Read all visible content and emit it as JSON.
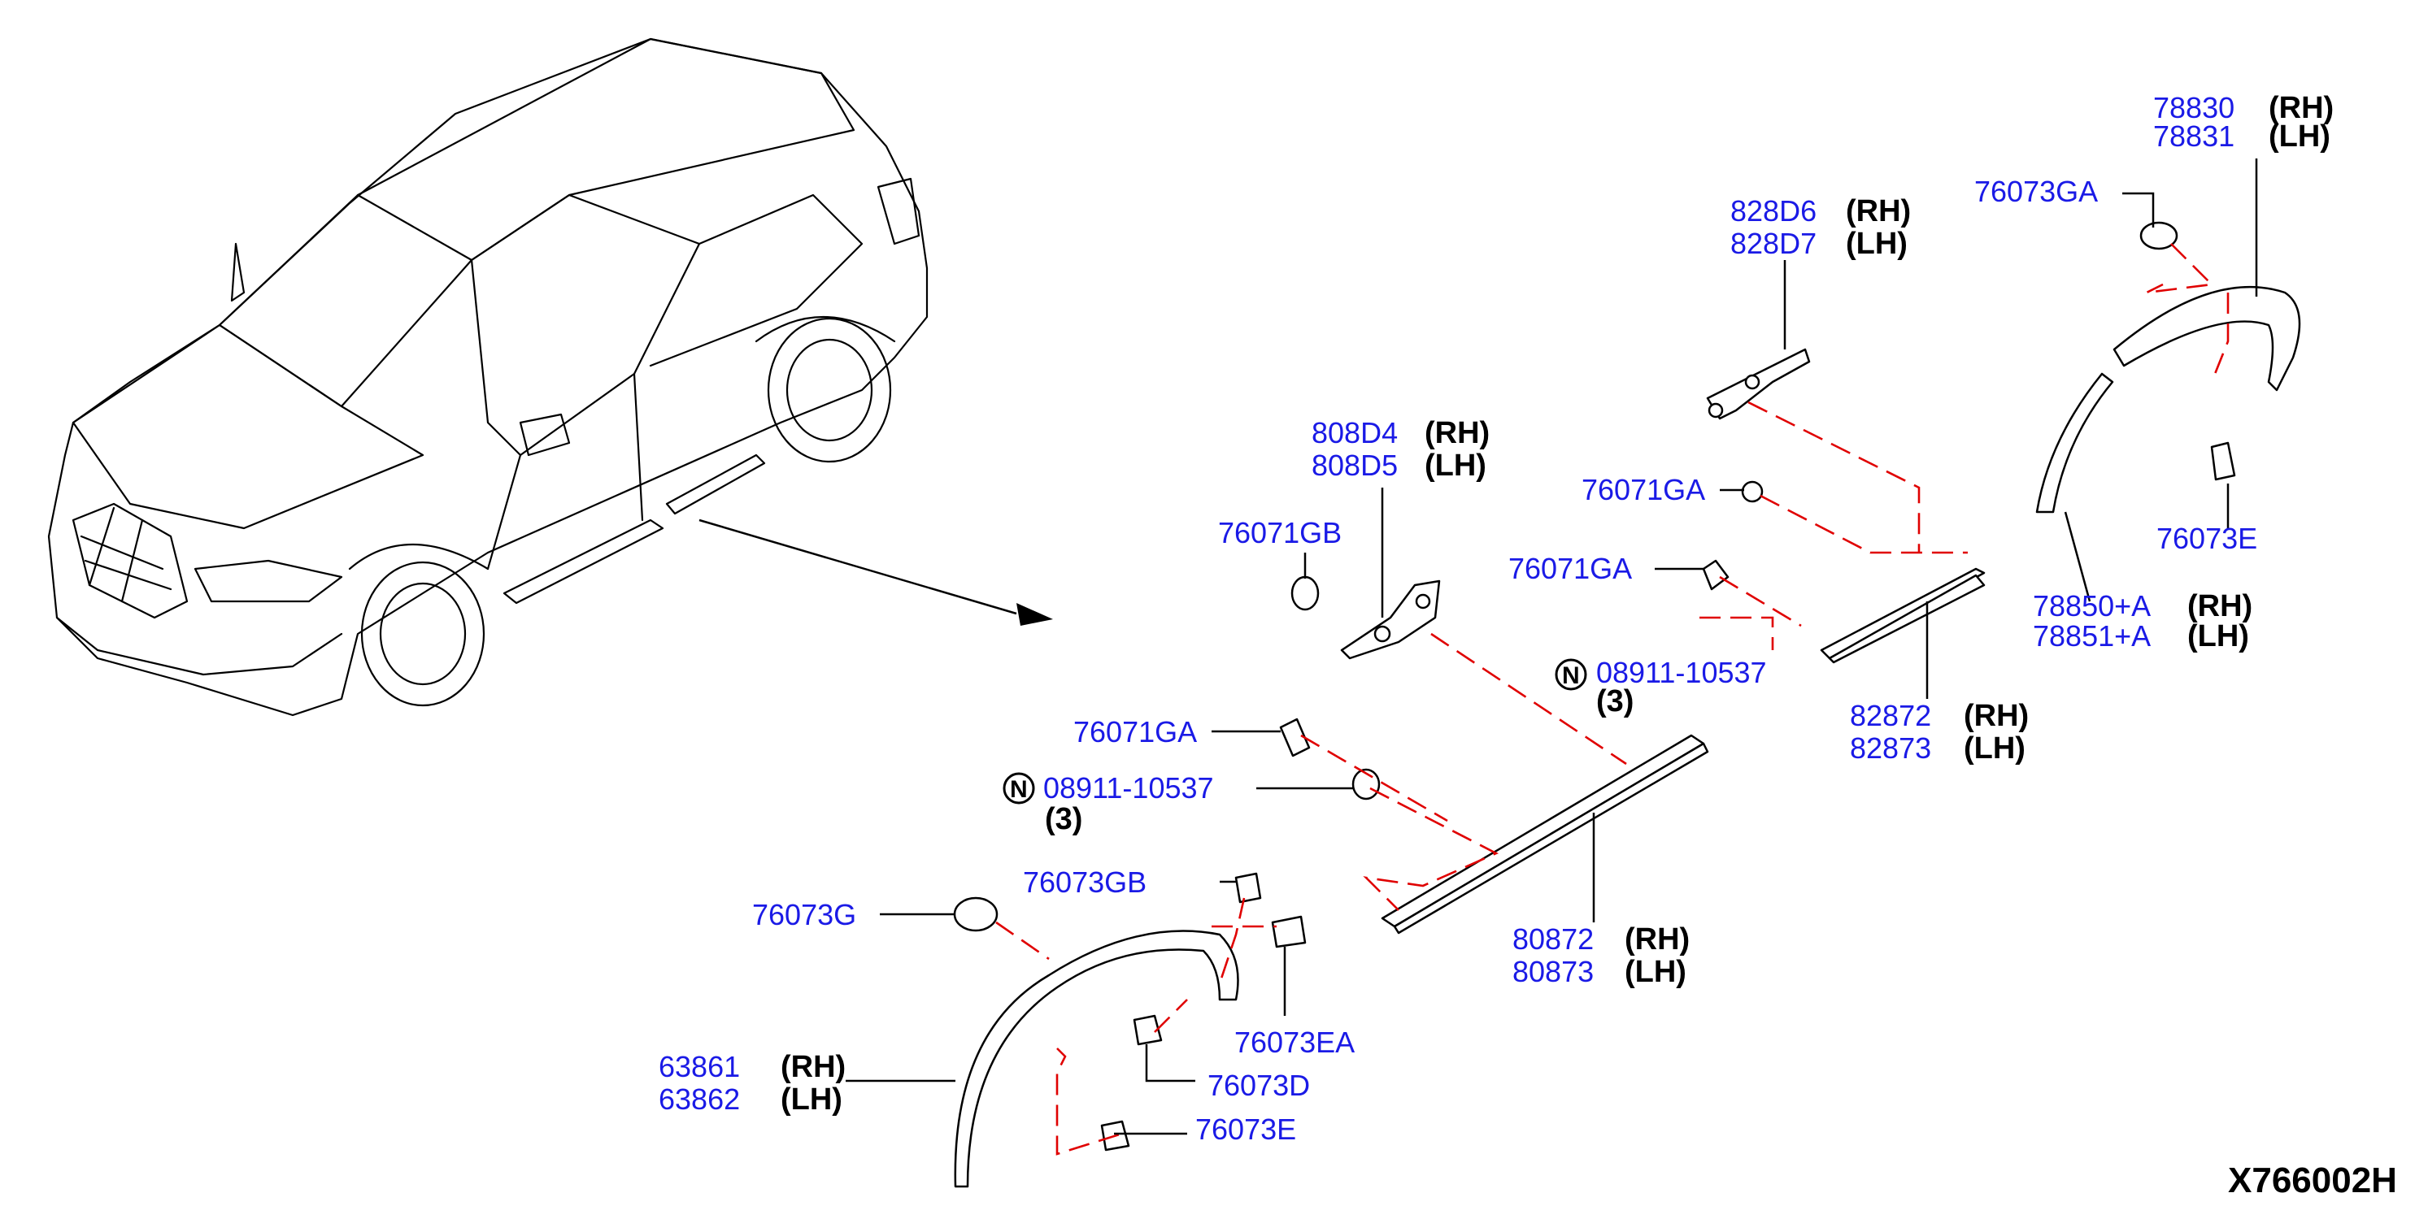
{
  "diagram_ref": "X766002H",
  "parts": {
    "p78830": "78830",
    "p78830_side": "(RH)",
    "p78831": "78831",
    "p78831_side": "(LH)",
    "p76073GA": "76073GA",
    "p828D6": "828D6",
    "p828D6_side": "(RH)",
    "p828D7": "828D7",
    "p828D7_side": "(LH)",
    "p808D4": "808D4",
    "p808D4_side": "(RH)",
    "p808D5": "808D5",
    "p808D5_side": "(LH)",
    "p76071GB": "76071GB",
    "p76071GA_a": "76071GA",
    "p76071GA_b": "76071GA",
    "p76073E_a": "76073E",
    "p08911_a": "08911-10537",
    "p08911_a_qty": "(3)",
    "p82872": "82872",
    "p82872_side": "(RH)",
    "p82873": "82873",
    "p82873_side": "(LH)",
    "p76071GA_c": "76071GA",
    "p08911_b": "08911-10537",
    "p08911_b_qty": "(3)",
    "p76073GB": "76073GB",
    "p76073G": "76073G",
    "p80872": "80872",
    "p80872_side": "(RH)",
    "p80873": "80873",
    "p80873_side": "(LH)",
    "p76073EA": "76073EA",
    "p76073D": "76073D",
    "p63861": "63861",
    "p63861_side": "(RH)",
    "p63862": "63862",
    "p63862_side": "(LH)",
    "p76073E_b": "76073E",
    "p788xxA_rh": "78850+A",
    "p788xxA_rh_side": "(RH)",
    "p788xxA_lh": "78851+A",
    "p788xxA_lh_side": "(LH)"
  },
  "n_marker": "N",
  "colors": {
    "label": "#1a1ae6",
    "leader_dash": "#e00000",
    "line": "#000000"
  }
}
